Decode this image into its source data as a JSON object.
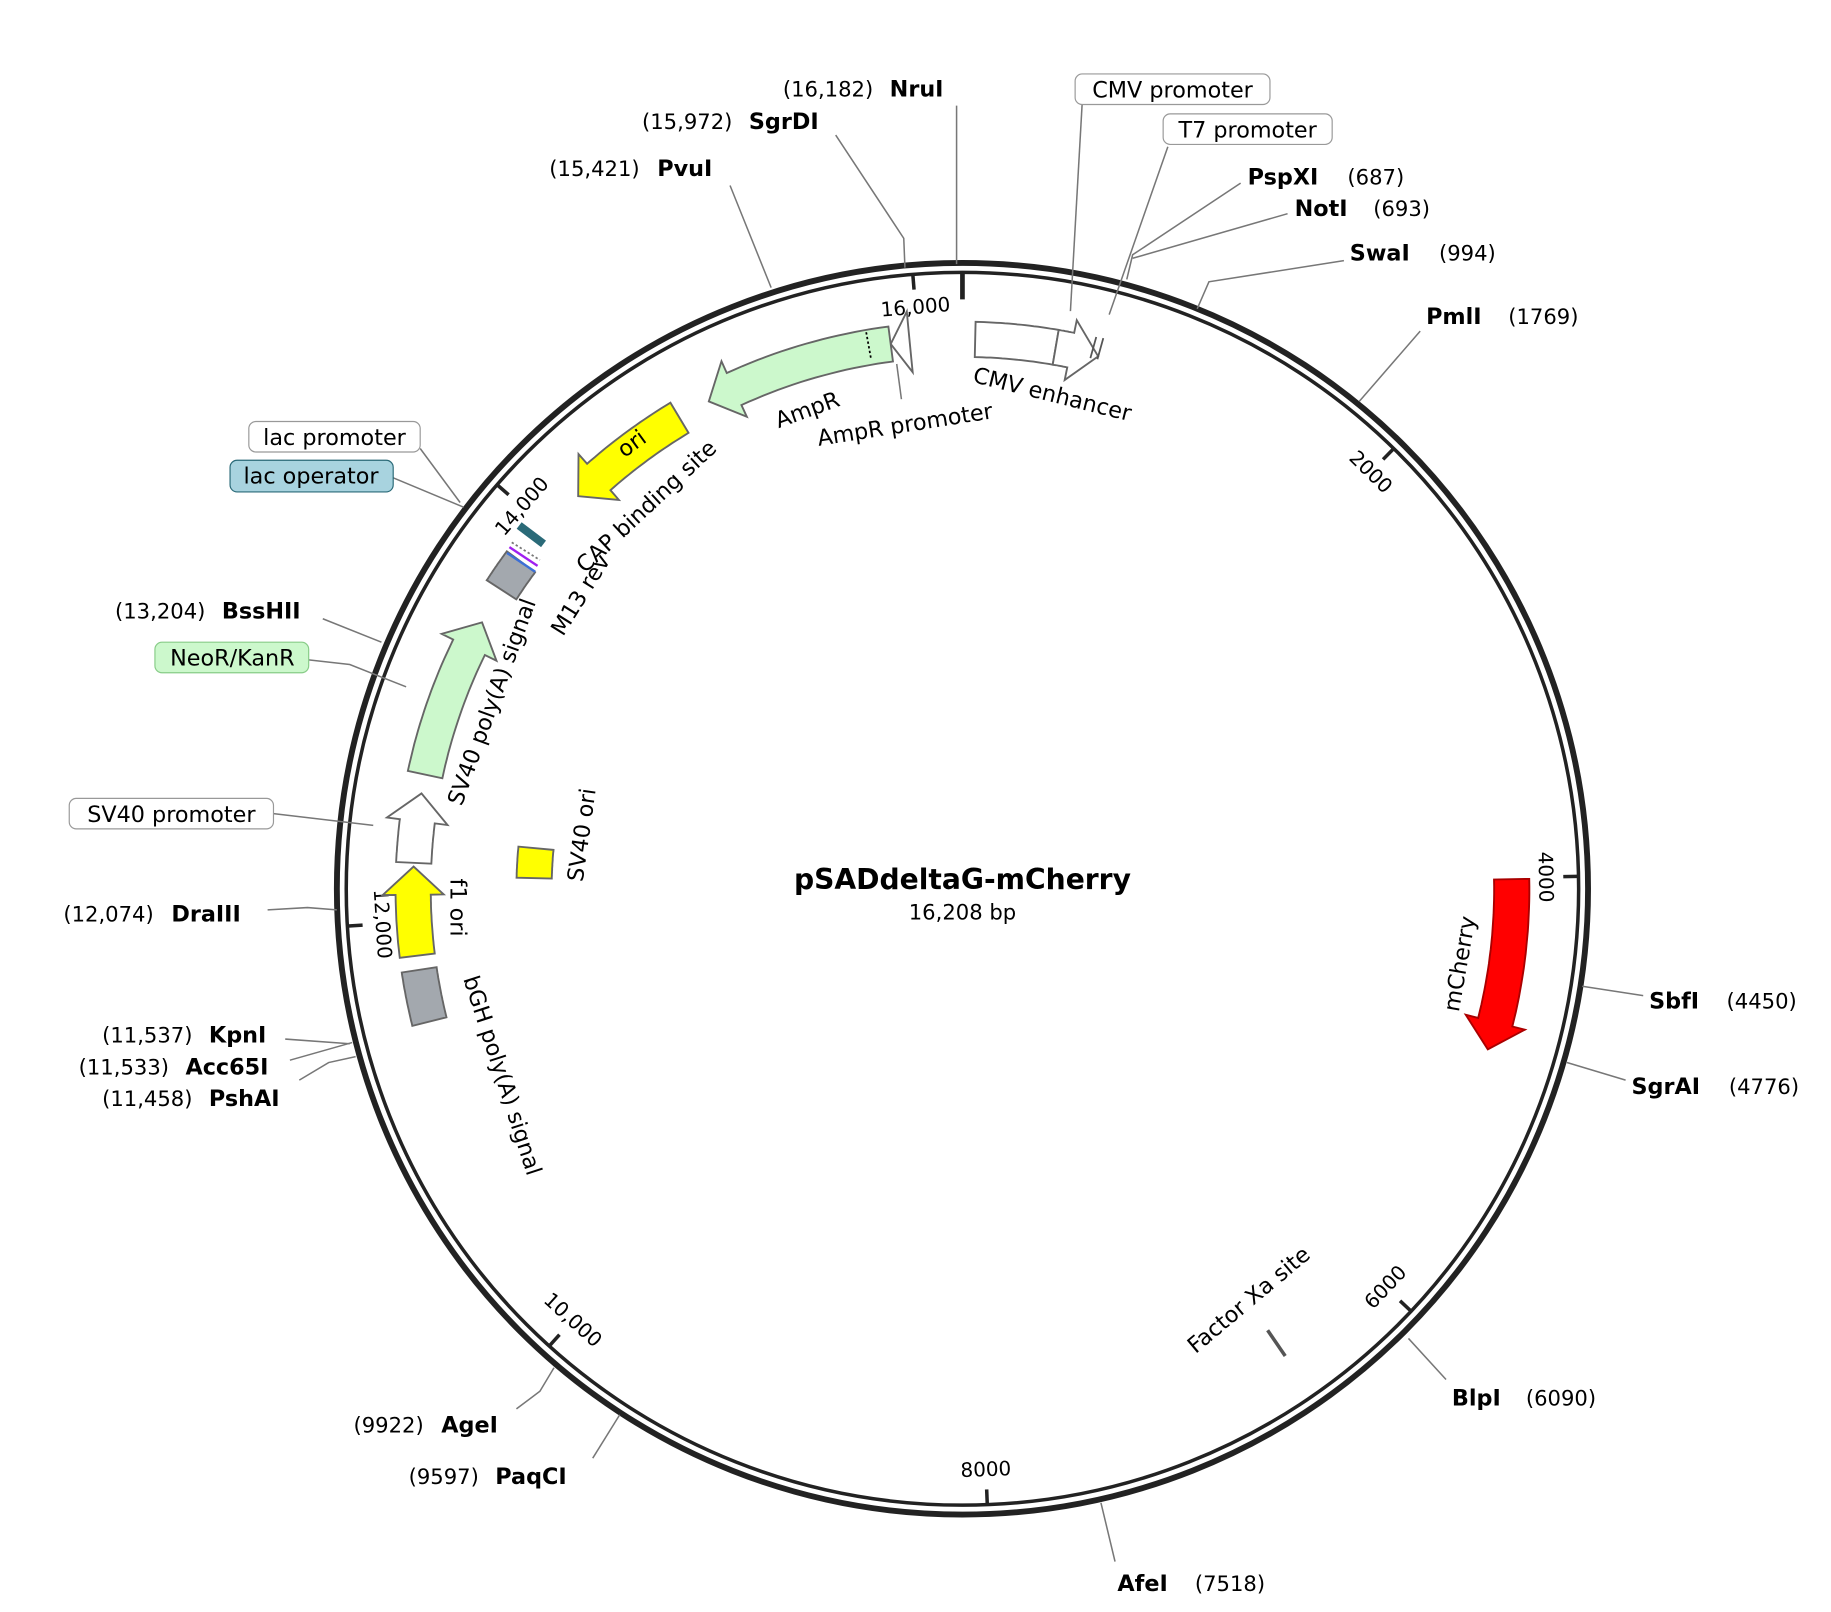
{
  "title": "pSADdeltaG-mCherry",
  "length_label": "16,208 bp",
  "total_bp": 16208,
  "colors": {
    "ring": "#222222",
    "ampr": "#ccf8cc",
    "neor": "#ccf8cc",
    "ori": "#ffff00",
    "mcherry": "#ff0000",
    "grey": "#a3a8ae",
    "white": "#ffffff",
    "lac_operator_bg": "#a8d3df"
  },
  "ticks": [
    {
      "bp": 2000,
      "label": "2000"
    },
    {
      "bp": 4000,
      "label": "4000"
    },
    {
      "bp": 6000,
      "label": "6000"
    },
    {
      "bp": 8000,
      "label": "8000"
    },
    {
      "bp": 10000,
      "label": "10,000"
    },
    {
      "bp": 12000,
      "label": "12,000"
    },
    {
      "bp": 14000,
      "label": "14,000"
    },
    {
      "bp": 16000,
      "label": "16,000"
    }
  ],
  "enzymes": [
    {
      "name": "NruI",
      "pos": "(16,182)"
    },
    {
      "name": "SgrDI",
      "pos": "(15,972)"
    },
    {
      "name": "PvuI",
      "pos": "(15,421)"
    },
    {
      "name": "PspXI",
      "pos": "(687)"
    },
    {
      "name": "NotI",
      "pos": "(693)"
    },
    {
      "name": "SwaI",
      "pos": "(994)"
    },
    {
      "name": "PmlI",
      "pos": "(1769)"
    },
    {
      "name": "SbfI",
      "pos": "(4450)"
    },
    {
      "name": "SgrAI",
      "pos": "(4776)"
    },
    {
      "name": "BlpI",
      "pos": "(6090)"
    },
    {
      "name": "AfeI",
      "pos": "(7518)"
    },
    {
      "name": "PaqCI",
      "pos": "(9597)"
    },
    {
      "name": "AgeI",
      "pos": "(9922)"
    },
    {
      "name": "PshAI",
      "pos": "(11,458)"
    },
    {
      "name": "Acc65I",
      "pos": "(11,533)"
    },
    {
      "name": "KpnI",
      "pos": "(11,537)"
    },
    {
      "name": "DraIII",
      "pos": "(12,074)"
    },
    {
      "name": "BssHII",
      "pos": "(13,204)"
    }
  ],
  "boxed_labels": {
    "cmv_promoter": "CMV promoter",
    "t7_promoter": "T7 promoter",
    "lac_promoter": "lac promoter",
    "lac_operator": "lac operator",
    "neor": "NeoR/KanR",
    "sv40_promoter": "SV40 promoter"
  },
  "feature_labels": {
    "cmv_enhancer": "CMV enhancer",
    "ampr": "AmpR",
    "ampr_promoter": "AmpR promoter",
    "ori": "ori",
    "cap": "CAP binding site",
    "m13": "M13 rev",
    "sv40_polya": "SV40 poly(A) signal",
    "sv40_ori": "SV40 ori",
    "f1_ori": "f1 ori",
    "bgh": "bGH poly(A) signal",
    "mcherry": "mCherry",
    "factor_xa": "Factor Xa site"
  },
  "features": [
    {
      "id": "cmv-enhancer",
      "start": 60,
      "end": 440,
      "dir": 0,
      "color": "#ffffff"
    },
    {
      "id": "cmv-promoter",
      "start": 440,
      "end": 644,
      "dir": 1,
      "color": "#ffffff"
    },
    {
      "id": "ampr-promoter",
      "start": 15870,
      "end": 15960,
      "dir": -1,
      "color": "#ffffff"
    },
    {
      "id": "ampr",
      "start": 14970,
      "end": 15870,
      "dir": -1,
      "color": "#ccf8cc"
    },
    {
      "id": "ori",
      "start": 14209,
      "end": 14812,
      "dir": -1,
      "color": "#ffff00"
    },
    {
      "id": "sv40-polya",
      "start": 13640,
      "end": 13800,
      "dir": 0,
      "color": "#a3a8ae"
    },
    {
      "id": "neor",
      "start": 12696,
      "end": 13462,
      "dir": 1,
      "color": "#ccf8cc"
    },
    {
      "id": "sv40-promoter",
      "start": 12278,
      "end": 12606,
      "dir": 1,
      "color": "#ffffff"
    },
    {
      "id": "f1-ori",
      "start": 11841,
      "end": 12260,
      "dir": 1,
      "color": "#ffff00"
    },
    {
      "id": "bgh-polya",
      "start": 11526,
      "end": 11774,
      "dir": 0,
      "color": "#a3a8ae"
    },
    {
      "id": "mcherry",
      "start": 4007,
      "end": 4817,
      "dir": 1,
      "color": "#ff0000"
    },
    {
      "id": "sv40-ori",
      "start": 12220,
      "end": 12400,
      "dir": 0,
      "color": "#ffff00",
      "inner": true
    }
  ]
}
